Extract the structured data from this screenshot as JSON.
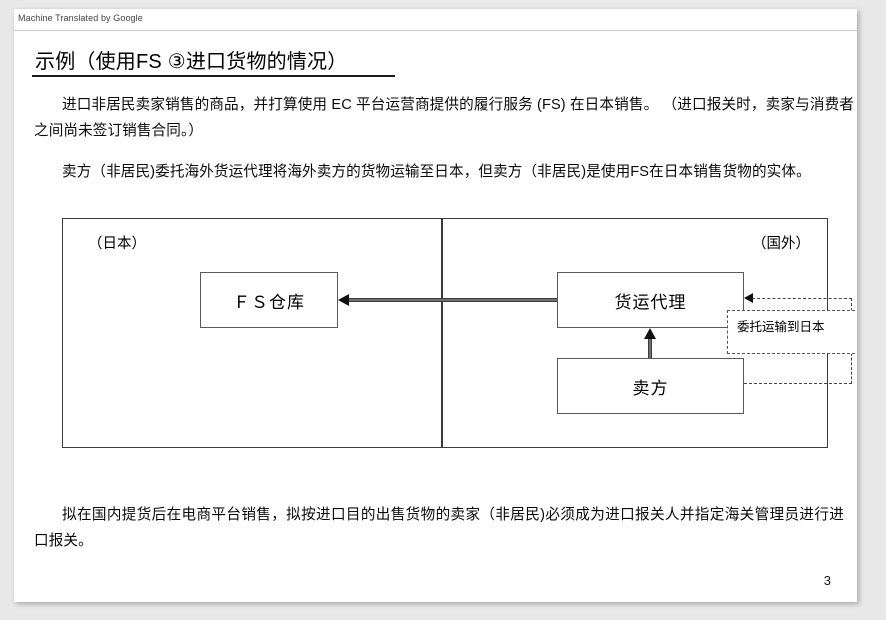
{
  "viewer": {
    "banner": "Machine Translated by Google"
  },
  "document": {
    "title": "示例（使用FS ③进口货物的情况）",
    "paragraphs": {
      "top": "进口非居民卖家销售的商品，并打算使用 EC 平台运营商提供的履行服务 (FS) 在日本销售。 （进口报关时，卖家与消费者之间尚未签订销售合同。）",
      "middle": "卖方（非居民)委托海外货运代理将海外卖方的货物运输至日本，但卖方（非居民)是使用FS在日本销售货物的实体。",
      "bottom": "拟在国内提货后在电商平台销售，拟按进口目的出售货物的卖家（非居民)必须成为进口报关人并指定海关管理员进行进口报关。"
    },
    "page_number": "3"
  },
  "diagram": {
    "region_left_label": "（日本）",
    "region_right_label": "（国外）",
    "nodes": [
      {
        "id": "fs-warehouse",
        "label": "ＦＳ仓库"
      },
      {
        "id": "freight-forwarder",
        "label": "货运代理"
      },
      {
        "id": "seller",
        "label": "卖方"
      }
    ],
    "callout": "委托运输到日本"
  }
}
